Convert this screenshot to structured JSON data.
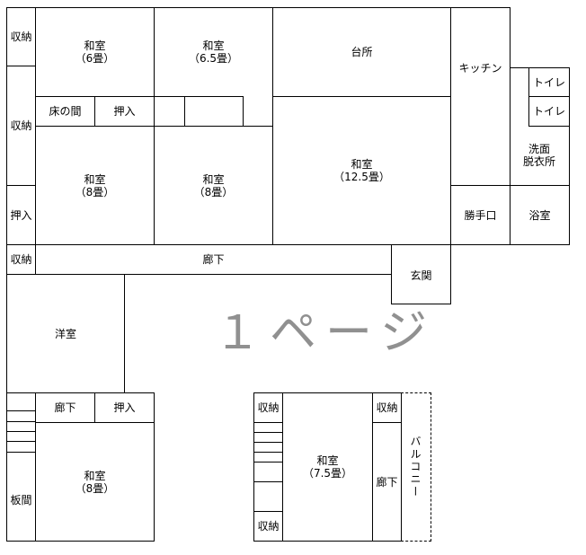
{
  "watermark": "１ページ",
  "rooms": {
    "shuno_tl": "収納",
    "washitsu_6": "和室\n（6畳）",
    "washitsu_6_5": "和室\n（6.5畳）",
    "daidokoro": "台所",
    "kitchen": "キッチン",
    "toilet_1": "トイレ",
    "toilet_2": "トイレ",
    "shuno_ml": "収納",
    "tokonoma": "床の間",
    "oshiire_top": "押入",
    "washitsu_12_5": "和室\n（12.5畳）",
    "senmen": "洗面\n脱衣所",
    "washitsu_8a": "和室\n（8畳）",
    "washitsu_8b": "和室\n（8畳）",
    "oshiire_left": "押入",
    "katteguchi": "勝手口",
    "yokushitsu": "浴室",
    "shuno_corr": "収納",
    "rouka_main": "廊下",
    "genkan": "玄関",
    "youshitsu": "洋室",
    "rouka_bl": "廊下",
    "oshiire_bl": "押入",
    "washitsu_8c": "和室\n（8畳）",
    "itama": "板間",
    "shuno_b1": "収納",
    "shuno_b2": "収納",
    "washitsu_7_5": "和室\n（7.5畳）",
    "shuno_b3": "収納",
    "rouka_br": "廊下",
    "balcony": "バルコニー"
  }
}
